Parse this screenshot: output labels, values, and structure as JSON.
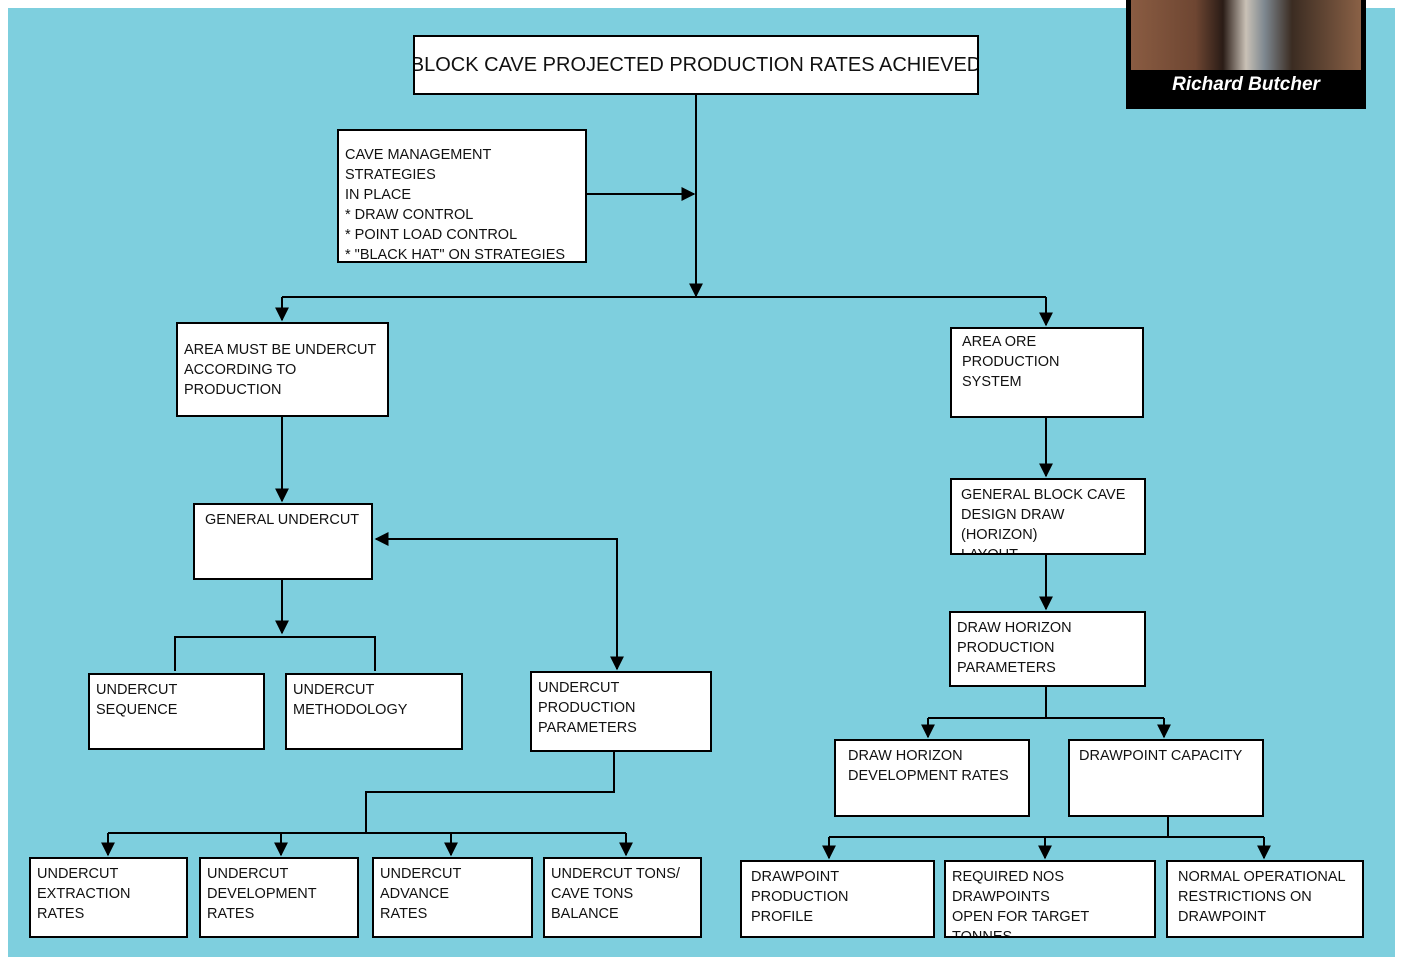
{
  "photo": {
    "caption": "Richard Butcher"
  },
  "nodes": {
    "top": "BLOCK CAVE PROJECTED PRODUCTION RATES ACHIEVED",
    "cave_mgmt": "CAVE MANAGEMENT STRATEGIES\n IN PLACE\n * DRAW CONTROL\n* POINT LOAD CONTROL\n* \"BLACK HAT\" ON STRATEGIES",
    "area_undercut": "AREA MUST BE UNDERCUT\nACCORDING TO PRODUCTION",
    "area_ore": "AREA ORE PRODUCTION\nSYSTEM",
    "general_undercut": "GENERAL UNDERCUT",
    "undercut_sequence": "UNDERCUT SEQUENCE",
    "undercut_methodology": "UNDERCUT\nMETHODOLOGY",
    "undercut_production_params": "UNDERCUT PRODUCTION\nPARAMETERS",
    "undercut_extraction": "UNDERCUT\nEXTRACTION\nRATES",
    "undercut_development": "UNDERCUT\nDEVELOPMENT\nRATES",
    "undercut_advance": "UNDERCUT ADVANCE\nRATES",
    "undercut_tons": "UNDERCUT TONS/\nCAVE TONS BALANCE",
    "general_block_cave": "GENERAL BLOCK CAVE\nDESIGN DRAW (HORIZON)\nLAYOUT",
    "draw_horizon_params": "DRAW HORIZON\nPRODUCTION PARAMETERS",
    "draw_horizon_dev": "DRAW HORIZON\nDEVELOPMENT RATES",
    "drawpoint_capacity": "DRAWPOINT CAPACITY",
    "drawpoint_profile": "DRAWPOINT PRODUCTION\nPROFILE",
    "required_drawpoints": "REQUIRED NOS DRAWPOINTS\nOPEN FOR TARGET TONNES",
    "normal_restrictions": "NORMAL OPERATIONAL\nRESTRICTIONS ON\nDRAWPOINT"
  },
  "colors": {
    "background": "#7ecfde",
    "box": "#ffffff",
    "line": "#000000"
  }
}
